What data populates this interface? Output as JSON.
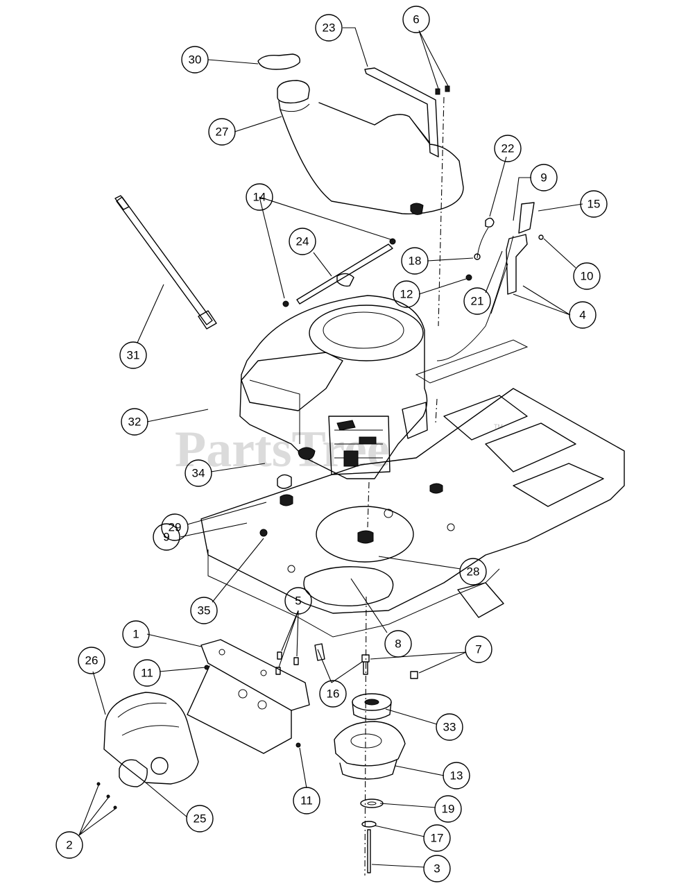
{
  "watermark": {
    "text": "PartsTree",
    "trademark": "TM"
  },
  "callouts": [
    {
      "label": "23"
    },
    {
      "label": "6"
    },
    {
      "label": "30"
    },
    {
      "label": "27"
    },
    {
      "label": "22"
    },
    {
      "label": "9"
    },
    {
      "label": "15"
    },
    {
      "label": "14"
    },
    {
      "label": "24"
    },
    {
      "label": "18"
    },
    {
      "label": "10"
    },
    {
      "label": "12"
    },
    {
      "label": "21"
    },
    {
      "label": "4"
    },
    {
      "label": "31"
    },
    {
      "label": "32"
    },
    {
      "label": "34"
    },
    {
      "label": "29"
    },
    {
      "label": "9"
    },
    {
      "label": "28"
    },
    {
      "label": "35"
    },
    {
      "label": "5"
    },
    {
      "label": "1"
    },
    {
      "label": "8"
    },
    {
      "label": "7"
    },
    {
      "label": "26"
    },
    {
      "label": "11"
    },
    {
      "label": "16"
    },
    {
      "label": "33"
    },
    {
      "label": "13"
    },
    {
      "label": "11"
    },
    {
      "label": "19"
    },
    {
      "label": "25"
    },
    {
      "label": "17"
    },
    {
      "label": "2"
    },
    {
      "label": "3"
    }
  ]
}
